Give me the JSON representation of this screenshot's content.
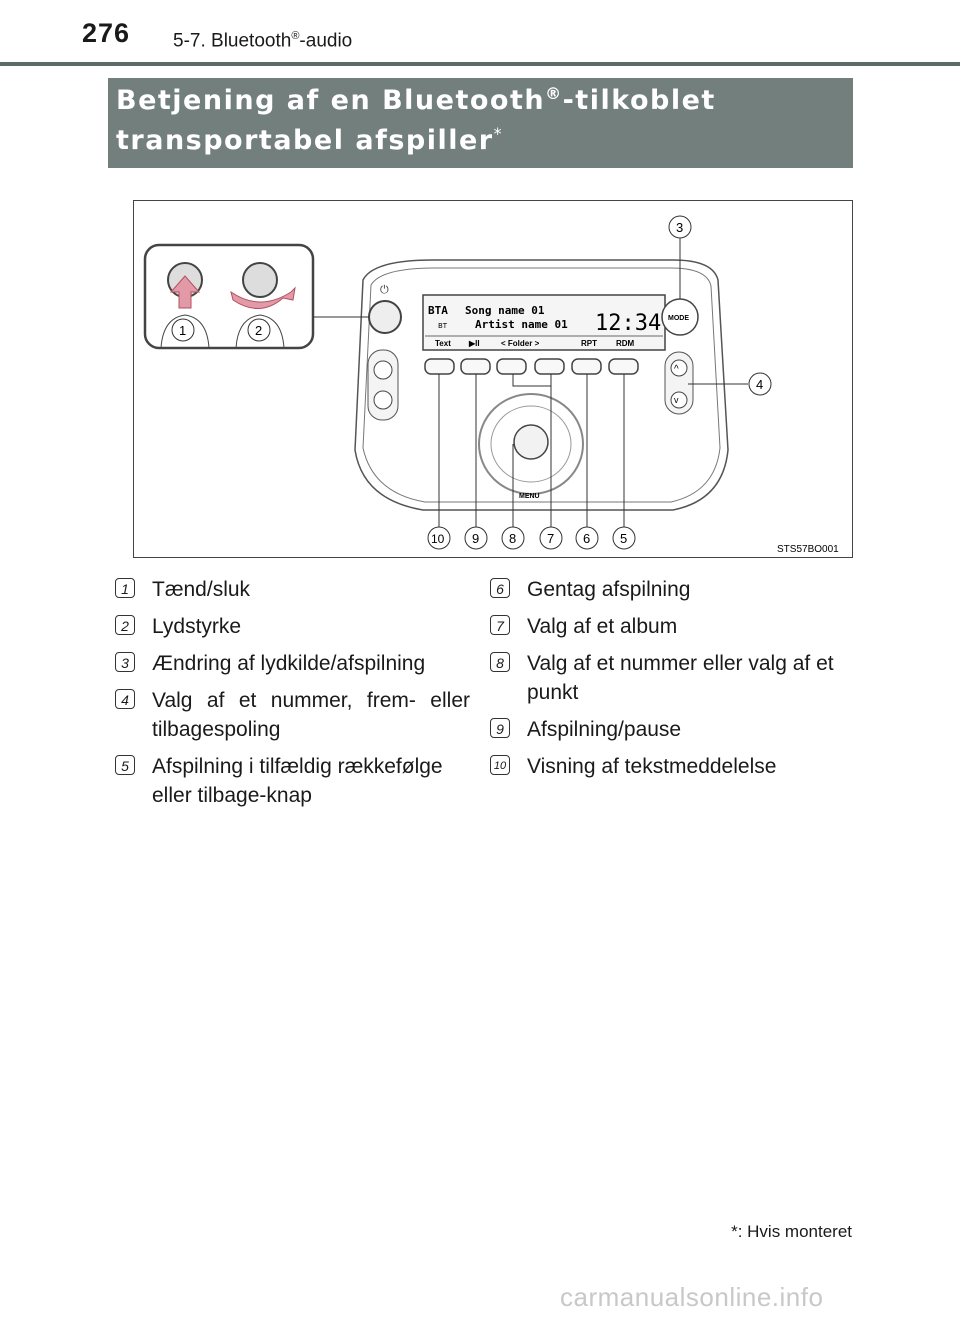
{
  "header": {
    "page_number": "276",
    "section_prefix": "5-7. Bluetooth",
    "section_suffix": "-audio",
    "registered_mark": "®"
  },
  "title": {
    "line1_a": "Betjening af en Bluetooth",
    "line1_mark": "®",
    "line1_b": "-tilkoblet",
    "line2": "transportabel afspiller",
    "asterisk": "*"
  },
  "figure": {
    "code": "STS57BO001",
    "display": {
      "source": "BTA",
      "bt": "BT",
      "song": "Song name 01",
      "artist": "Artist name 01",
      "time": "12:34",
      "buttons": [
        "Text",
        "▶II",
        "<  Folder  >",
        "RPT",
        "RDM"
      ]
    },
    "mode_label": "MODE",
    "menu_label": "MENU",
    "callouts": [
      "1",
      "2",
      "3",
      "4",
      "5",
      "6",
      "7",
      "8",
      "9",
      "10"
    ]
  },
  "items_left": [
    {
      "num": "1",
      "text": "Tænd/sluk"
    },
    {
      "num": "2",
      "text": "Lydstyrke"
    },
    {
      "num": "3",
      "text": "Ændring af lydkilde/afspilning"
    },
    {
      "num": "4",
      "text": "Valg af et nummer, frem- eller tilbagespoling"
    },
    {
      "num": "5",
      "text": "Afspilning i tilfældig rækkefølge eller tilbage-knap"
    }
  ],
  "items_right": [
    {
      "num": "6",
      "text": "Gentag afspilning"
    },
    {
      "num": "7",
      "text": "Valg af et album"
    },
    {
      "num": "8",
      "text": "Valg af et nummer eller valg af et punkt"
    },
    {
      "num": "9",
      "text": "Afspilning/pause"
    },
    {
      "num": "10",
      "text": "Visning af tekstmeddelelse"
    }
  ],
  "footnote": {
    "mark": "*",
    "text": ": Hvis monteret"
  },
  "watermark": "carmanualsonline.info",
  "colors": {
    "title_bg": "#737f7d",
    "rule": "#5d6a6a",
    "watermark": "#c8c8c8"
  }
}
